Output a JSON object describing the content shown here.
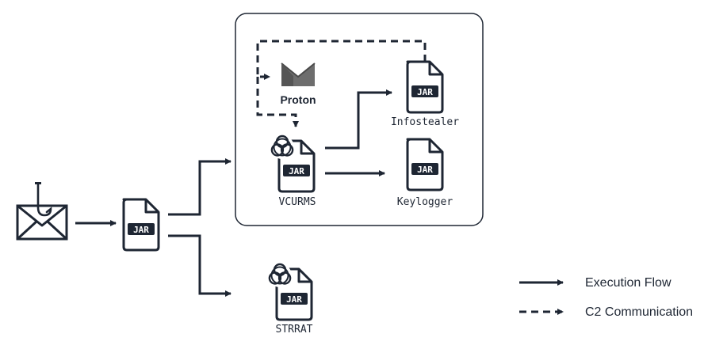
{
  "nodes": {
    "dropper": {
      "badge": "JAR"
    },
    "vcurms": {
      "badge": "JAR",
      "label": "VCURMS"
    },
    "infostealer": {
      "badge": "JAR",
      "label": "Infostealer"
    },
    "keylogger": {
      "badge": "JAR",
      "label": "Keylogger"
    },
    "strrat": {
      "badge": "JAR",
      "label": "STRRAT"
    },
    "proton": {
      "label": "Proton"
    }
  },
  "legend": {
    "execution_flow": "Execution Flow",
    "c2_communication": "C2 Communication"
  },
  "colors": {
    "ink": "#1e2633",
    "background": "#ffffff",
    "proton_gray": "#6d6d6d"
  }
}
